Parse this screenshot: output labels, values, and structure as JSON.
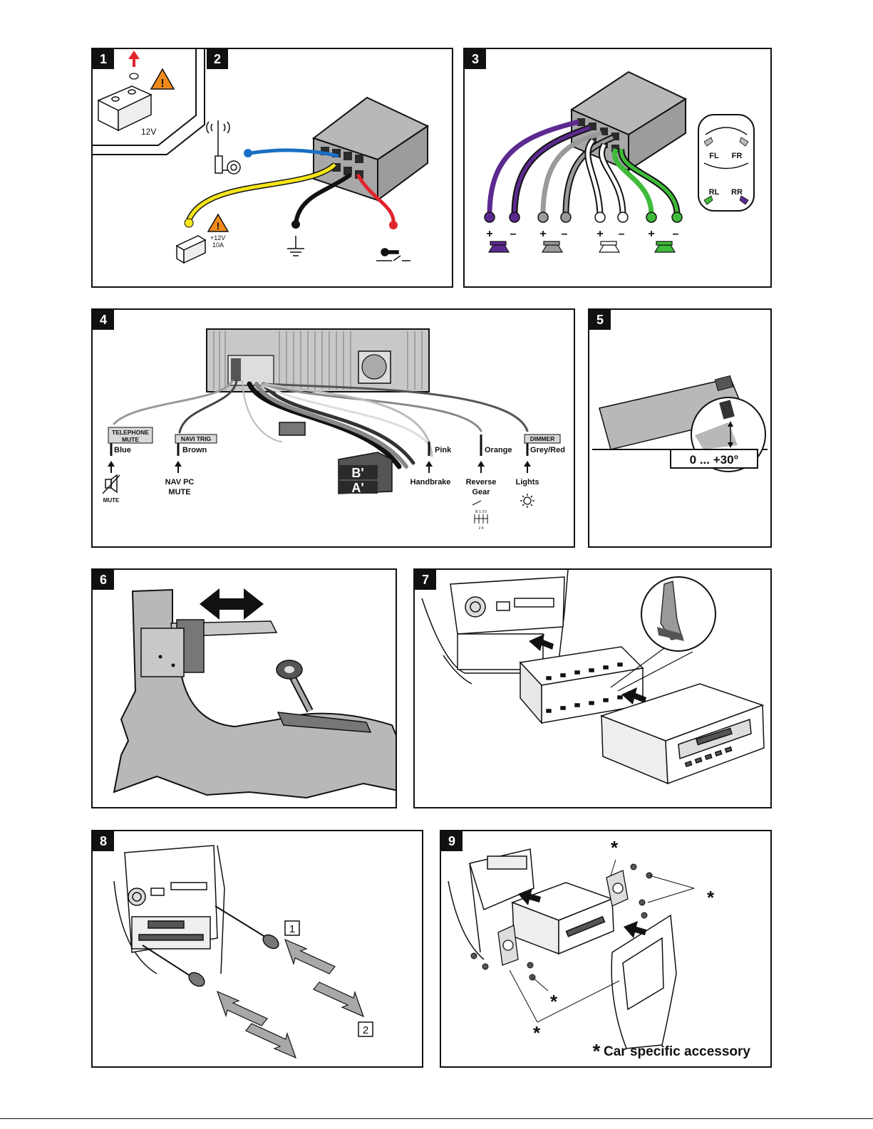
{
  "panels": {
    "p1": {
      "num": "1",
      "battery_label": "12V"
    },
    "p2": {
      "num": "2",
      "fuse_label_v": "+12V",
      "fuse_label_a": "10A"
    },
    "p3": {
      "num": "3",
      "polarity": {
        "plus": "+",
        "minus": "–"
      },
      "car_positions": {
        "fl": "FL",
        "fr": "FR",
        "rl": "RL",
        "rr": "RR"
      },
      "colors": {
        "purple": "#5b2a8e",
        "grey": "#9a9a9a",
        "white": "#ffffff",
        "green": "#3fba3a"
      }
    },
    "p4": {
      "num": "4",
      "tags": {
        "telephone": "TELEPHONE",
        "mute": "MUTE",
        "navitrig": "NAVI TRIG",
        "dimmer": "DIMMER"
      },
      "wires": {
        "blue": "Blue",
        "brown": "Brown",
        "pink": "Pink",
        "orange": "Orange",
        "greyred": "Grey/Red"
      },
      "functions": {
        "mute": "MUTE",
        "navpc1": "NAV PC",
        "navpc2": "MUTE",
        "handbrake": "Handbrake",
        "reverse1": "Reverse",
        "reverse2": "Gear",
        "lights": "Lights",
        "gear_top": "R 1 3 5",
        "gear_bot": "2 4"
      },
      "connectors": {
        "b": "B'",
        "a": "A'"
      }
    },
    "p5": {
      "num": "5",
      "angle": "0 ... +30°"
    },
    "p6": {
      "num": "6"
    },
    "p7": {
      "num": "7"
    },
    "p8": {
      "num": "8",
      "step1": "1",
      "step2": "2"
    },
    "p9": {
      "num": "9",
      "asterisk": "*",
      "note": "Car specific accessory"
    }
  },
  "colors": {
    "red": "#e2242c",
    "blue": "#1a6fc4",
    "yellow": "#f5e51b",
    "black": "#111111",
    "warning": "#f08a1c",
    "panel_grey": "#b8b8b8"
  }
}
